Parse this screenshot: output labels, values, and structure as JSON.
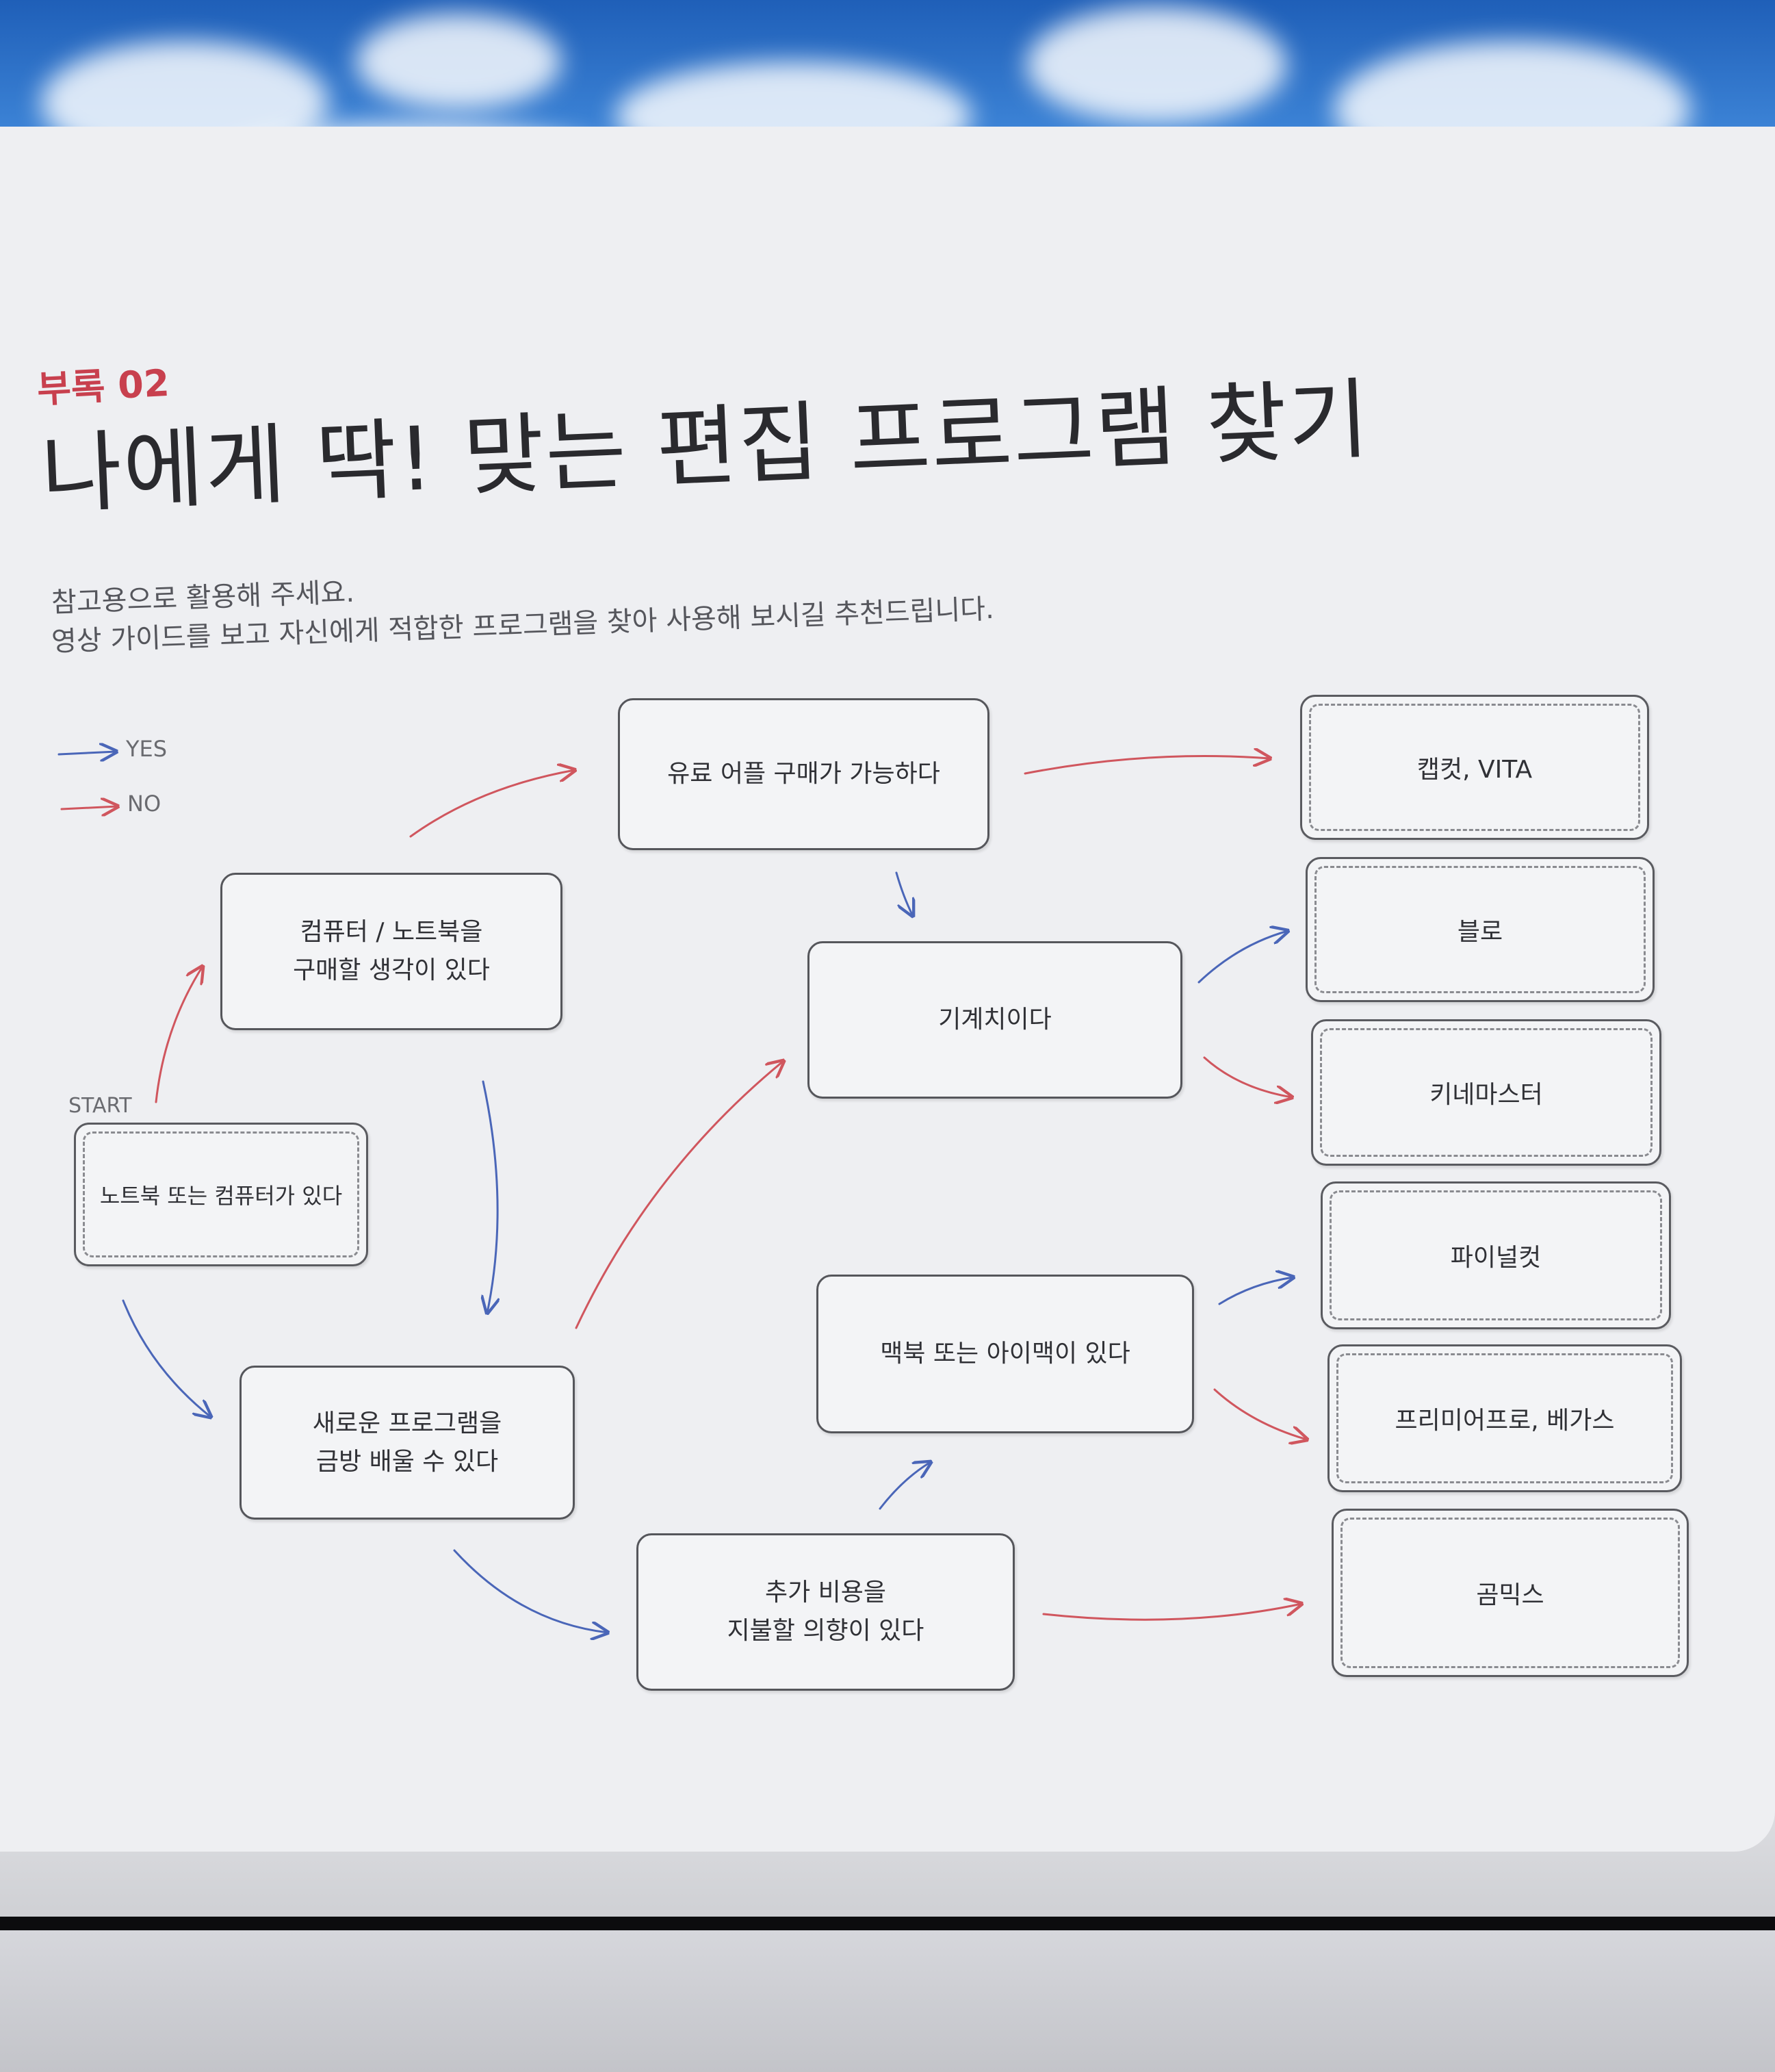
{
  "header": {
    "label": "부록 02",
    "title": "나에게 딱! 맞는 편집 프로그램 찾기",
    "subtitle_lines": [
      "참고용으로 활용해 주세요.",
      "영상 가이드를 보고 자신에게 적합한 프로그램을 찾아 사용해 보시길 추천드립니다."
    ]
  },
  "legend": {
    "yes": {
      "label": "YES",
      "color": "#4a66b8"
    },
    "no": {
      "label": "NO",
      "color": "#d0565e"
    }
  },
  "flowchart": {
    "start_label": "START",
    "questions": {
      "has_computer": "노트북 또는 컴퓨터가 있다",
      "will_buy": [
        "컴퓨터 / 노트북을",
        "구매할 생각이 있다"
      ],
      "learn_fast": [
        "새로운 프로그램을",
        "금방 배울 수 있다"
      ],
      "paid_app": "유료 어플 구매가 가능하다",
      "machine_hater": "기계치이다",
      "mac": "맥북 또는 아이맥이 있다",
      "extra_cost": [
        "추가 비용을",
        "지불할 의향이 있다"
      ]
    },
    "results": [
      "캡컷, VITA",
      "블로",
      "키네마스터",
      "파이널컷",
      "프리미어프로, 베가스",
      "곰믹스"
    ]
  }
}
